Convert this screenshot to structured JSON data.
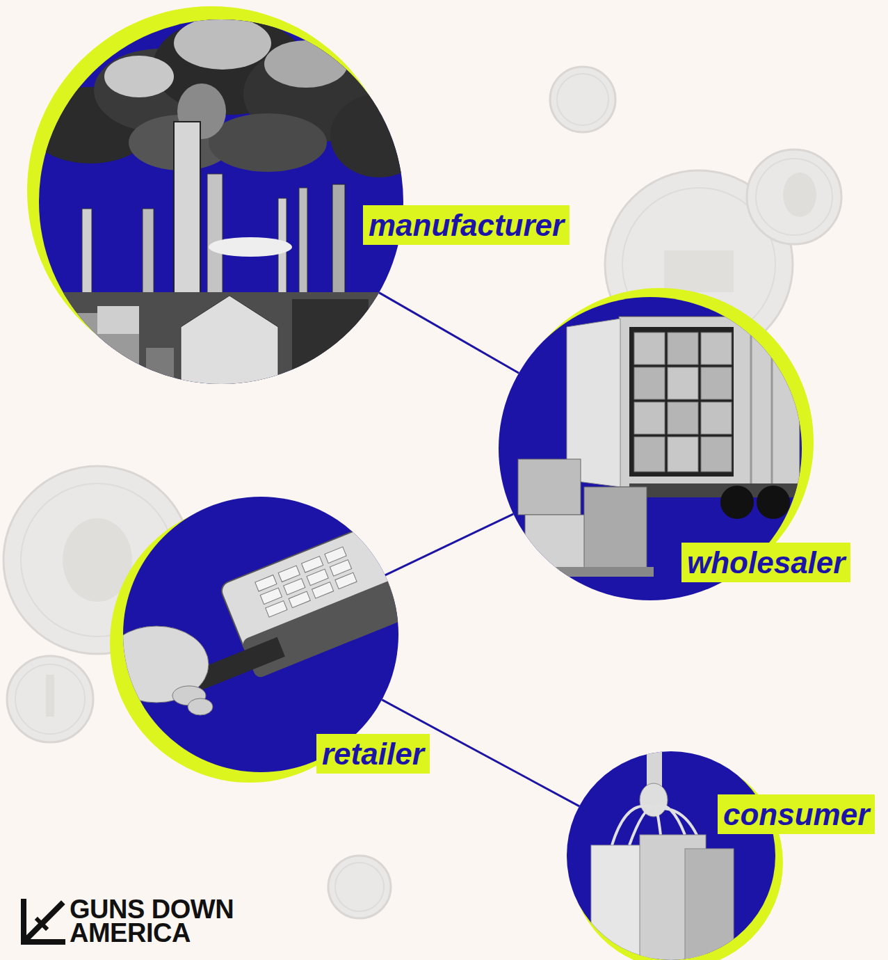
{
  "diagram": {
    "nodes": [
      {
        "text": [
          "manufacturer"
        ]
      },
      {
        "text": [
          "wholesaler"
        ]
      },
      {
        "text": [
          "retailer"
        ]
      },
      {
        "text": [
          "consumer"
        ]
      }
    ],
    "edges": [
      {
        "from": 0,
        "to": 1,
        "arrow": "none"
      },
      {
        "from": 1,
        "to": 2,
        "arrow": "none"
      },
      {
        "from": 2,
        "to": 3,
        "arrow": "none"
      }
    ],
    "labels": [
      "GUNS DOWN AMERICA"
    ]
  }
}
